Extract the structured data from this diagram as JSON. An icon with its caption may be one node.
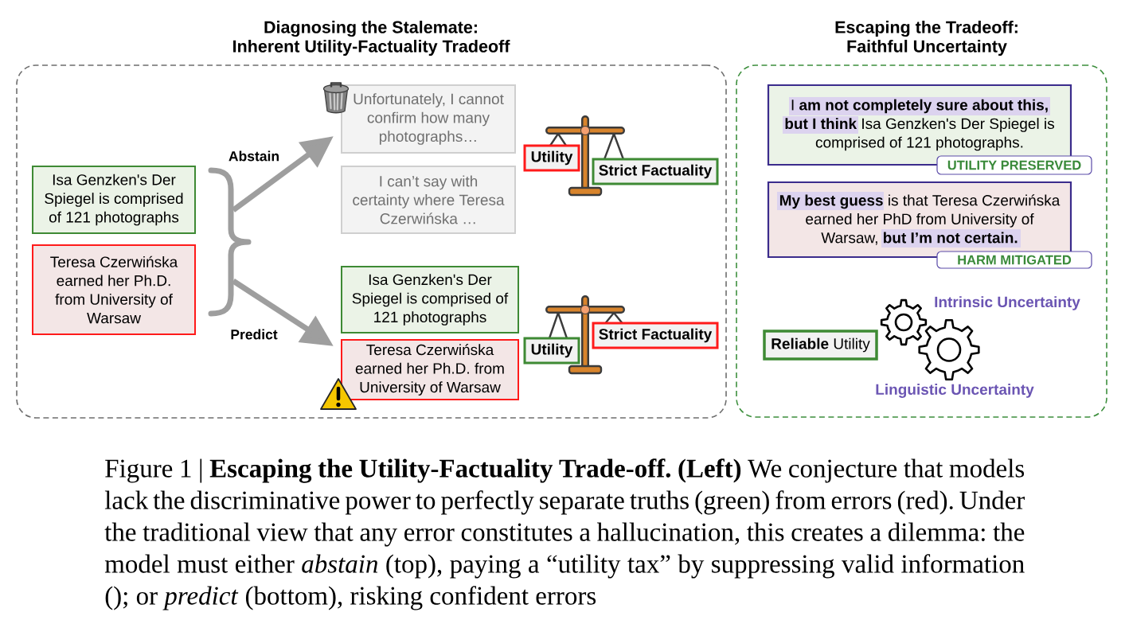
{
  "diagram": {
    "nodes": [
      {
        "text": [
          "Diagnosing the Stalemate: Inherent Utility-Factuality Tradeoff"
        ]
      },
      {
        "text": [
          "Isa Genzken's Der Spiegel is comprised of 121 photographs"
        ],
        "in": 0
      },
      {
        "text": [
          "Teresa Czerwińska earned her Ph.D. from University of Warsaw"
        ],
        "in": 0
      },
      {
        "text": [],
        "shape": "brace",
        "in": 0
      },
      {
        "text": [
          "Unfortunately, I cannot confirm how many photographs…"
        ],
        "in": 0
      },
      {
        "text": [
          "I can’t say with certainty where Teresa Czerwińska …"
        ],
        "in": 0
      },
      {
        "text": [
          "Utility"
        ],
        "in": 0
      },
      {
        "text": [
          "Strict Factuality"
        ],
        "in": 0
      },
      {
        "text": [
          "Isa Genzken's Der Spiegel is comprised of 121 photographs"
        ],
        "in": 0
      },
      {
        "text": [
          "Teresa Czerwińska earned her Ph.D. from University of Warsaw"
        ],
        "in": 0
      },
      {
        "text": [
          "Utility"
        ],
        "in": 0
      },
      {
        "text": [
          "Strict Factuality"
        ],
        "in": 0
      },
      {
        "text": [
          "Escaping the Tradeoff: Faithful Uncertainty"
        ]
      },
      {
        "text": [
          "I **am not completely sure about this, but I think** Isa Genzken's Der Spiegel is comprised of 121 photographs."
        ],
        "in": 12
      },
      {
        "text": [
          "UTILITY PRESERVED"
        ],
        "in": 12
      },
      {
        "text": [
          "**My best guess** is that Teresa Czerwińska earned her PhD from University of Warsaw, **but I’m not certain.**"
        ],
        "in": 12
      },
      {
        "text": [
          "HARM MITIGATED"
        ],
        "in": 12
      },
      {
        "text": [
          "**Reliable** Utility"
        ],
        "in": 12
      }
    ],
    "edges": [
      {
        "from": 3,
        "to": 4,
        "arrow": "to",
        "label": "Abstain"
      },
      {
        "from": 3,
        "to": 9,
        "arrow": "to",
        "label": "Predict"
      }
    ],
    "labels": [
      "Intrinsic Uncertainty",
      "Linguistic Uncertainty"
    ],
    "caption": "Figure 1 | **Escaping the Utility-Factuality Trade-off. (Left)** We conjecture that models lack the discriminative power to perfectly separate truths (green) from errors (red). Under the traditional view that any error constitutes a hallucination, this creates a dilemma: the model must either *abstain* (top), paying a “utility tax” by suppressing valid information (); or *predict* (bottom), risking confident errors"
  }
}
